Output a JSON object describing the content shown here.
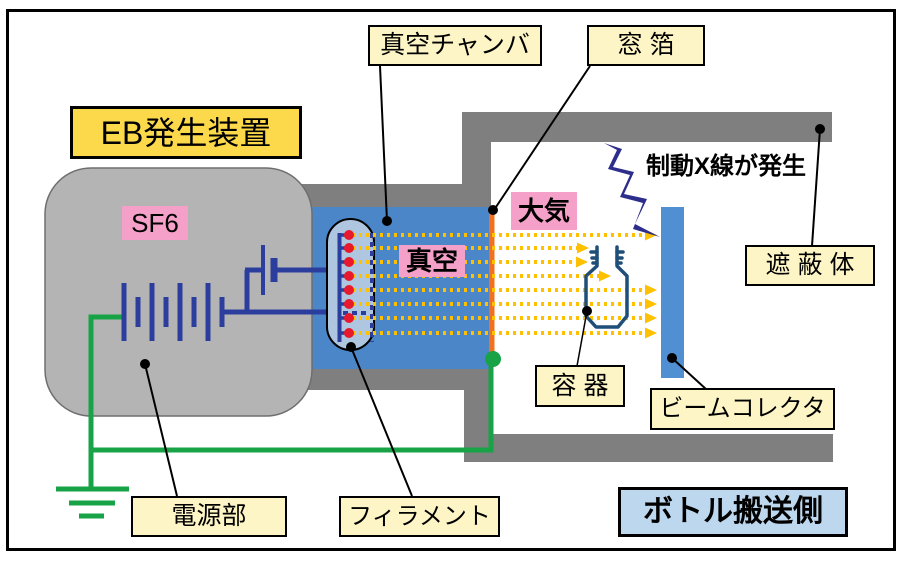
{
  "figure": {
    "type": "schematic-diagram",
    "subject": "EB irradiation sterilizer (electron-beam generator and bottle transport side)"
  },
  "labels": {
    "eb_generator": "EB発生装置",
    "vacuum_chamber": "真空チャンバ",
    "window_foil": "窓 箔",
    "sf6_gas": "SF6",
    "atmosphere": "大気",
    "vacuum": "真空",
    "xray_note": "制動X線が発生",
    "shield": "遮 蔽 体",
    "container": "容 器",
    "beam_collector": "ビームコレクタ",
    "power_supply": "電源部",
    "filament": "フィラメント",
    "bottle_transport_side": "ボトル搬送側"
  },
  "colors": {
    "chamber_wall_gray": "#7f7f7f",
    "generator_body_gray": "#b4b4b4",
    "vacuum_blue": "#4b86c8",
    "collector_blue": "#4f8fd2",
    "window_foil_orange": "#f07120",
    "beam_yellow": "#ffc000",
    "filament_dot_red": "#e8192c",
    "wire_blue": "#2b3e9e",
    "ground_wire_green": "#19a347",
    "xray_bolt_navy": "#2d2d8c",
    "bottle_outline_blue": "#1f4e79",
    "callout_cream": "#fdf5c5",
    "highlight_pink": "#f5a0c8",
    "title_yellow": "#fbd94b",
    "transport_label_blue": "#bdd7ee",
    "filament_capsule_fill": "#aec6e0"
  }
}
